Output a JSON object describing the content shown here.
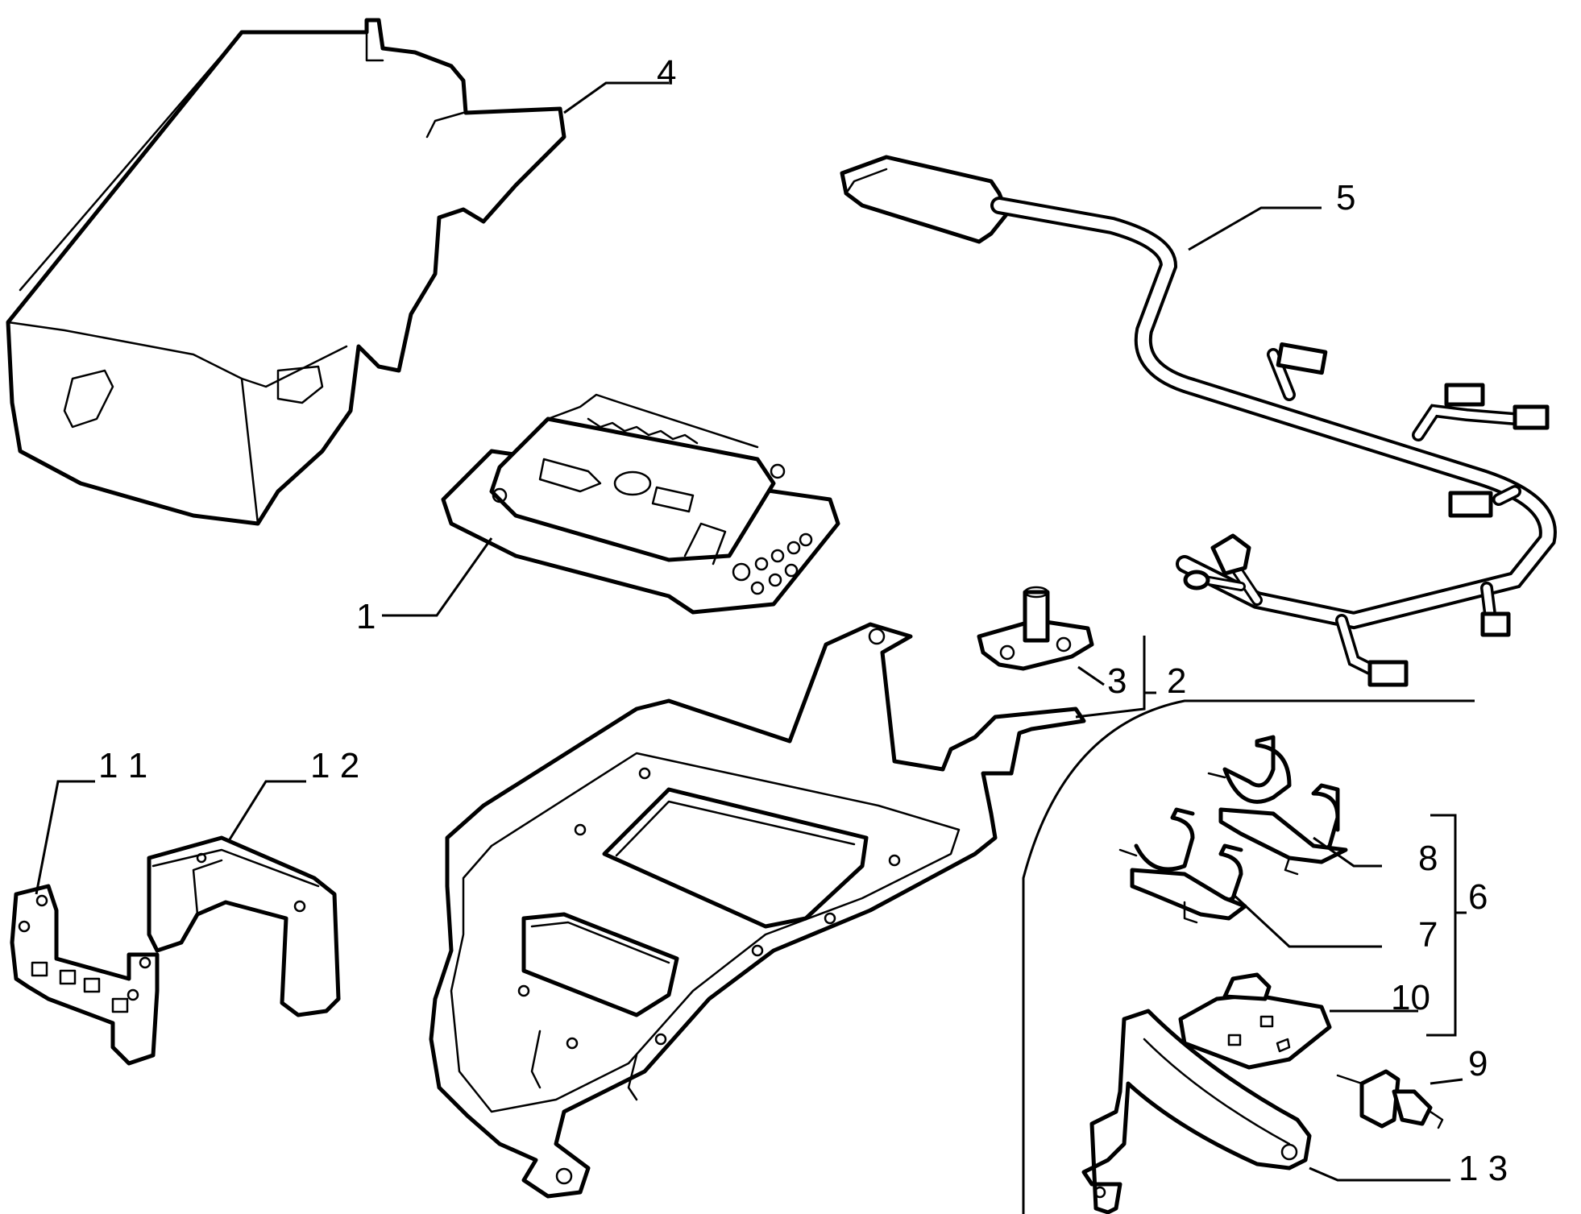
{
  "diagram": {
    "callouts": {
      "c1": "1",
      "c2": "2",
      "c3": "3",
      "c4": "4",
      "c5": "5",
      "c6": "6",
      "c7": "7",
      "c8": "8",
      "c9": "9",
      "c10": "10",
      "c11": "1 1",
      "c12": "1 2",
      "c13": "1 3"
    }
  }
}
